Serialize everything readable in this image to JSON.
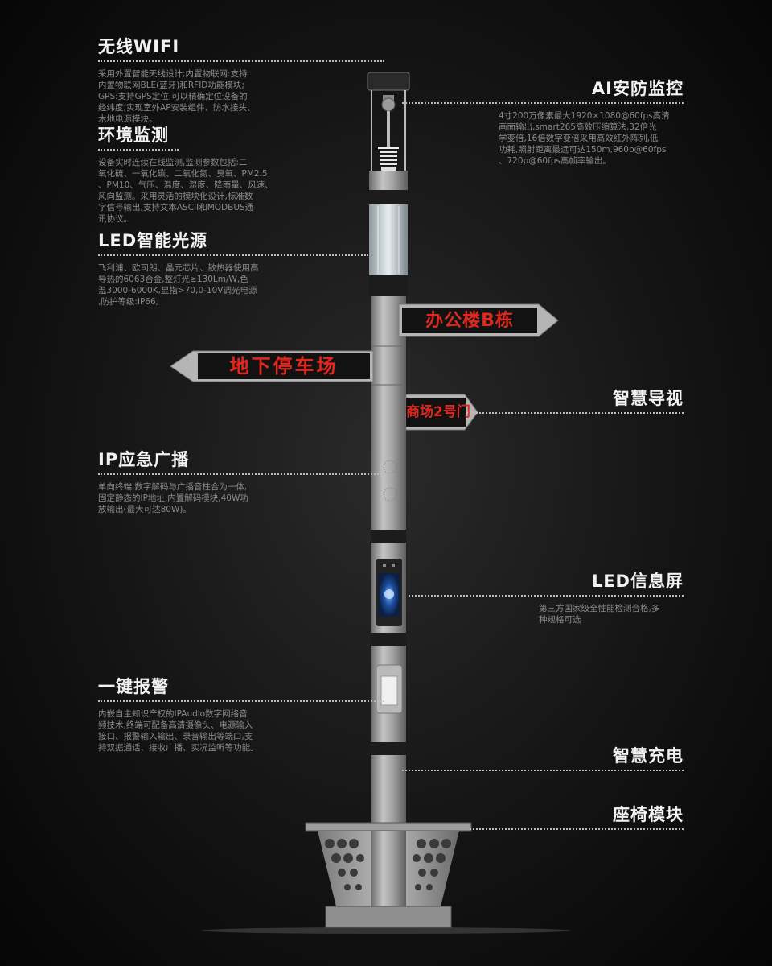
{
  "left_features": [
    {
      "id": "wifi",
      "title": "无线WIFI",
      "desc": "采用外置智能天线设计;内置物联网:支持\n内置物联网BLE(蓝牙)和RFID功能模块;\nGPS:支持GPS定位,可以精确定位设备的\n经纬度;实现室外AP安装组件、防水接头、\n木地电源模块。"
    },
    {
      "id": "env",
      "title": "环境监测",
      "desc": "设备实时连续在线监测,监测参数包括:二\n氧化硫、一氧化碳、二氧化氮、臭氧、PM2.5\n、PM10、气压、温度、湿度、降雨量、风速、\n风向监测。采用灵活的模块化设计,标准数\n字信号输出,支持文本ASCII和MODBUS通\n讯协议。"
    },
    {
      "id": "led_light",
      "title": "LED智能光源",
      "desc": "飞利浦、欧司朗、晶元芯片、散热器使用高\n导热的6063合金,整灯光≥130Lm/W,色\n温3000-6000K,显指>70,0-10V调光电源\n,防护等级:IP66。"
    },
    {
      "id": "broadcast",
      "title": "IP应急广播",
      "desc": "单向终端,数字解码与广播音柱合为一体,\n固定静态的IP地址,内置解码模块,40W功\n放输出(最大可达80W)。"
    },
    {
      "id": "alarm",
      "title": "一键报警",
      "desc": "内嵌自主知识产权的IPAudio数字网络音\n频技术,终端可配备高清摄像头、电源输入\n接口、报警输入输出、录音输出等端口,支\n持双据通话、接收广播、实况监听等功能。"
    }
  ],
  "right_features": [
    {
      "id": "ai",
      "title": "AI安防监控",
      "desc": "4寸200万像素最大1920×1080@60fps高清\n画面输出,smart265高效压缩算法,32倍光\n学变倍,16倍数字变倍采用高效红外阵列,低\n功耗,照射距离最远可达150m,960p@60fps\n、720p@60fps高帧率输出。"
    },
    {
      "id": "guide",
      "title": "智慧导视",
      "desc": ""
    },
    {
      "id": "led_screen",
      "title": "LED信息屏",
      "desc": "第三方国家级全性能检测合格,多\n种规格可选"
    },
    {
      "id": "charge",
      "title": "智慧充电",
      "desc": ""
    },
    {
      "id": "seat",
      "title": "座椅模块",
      "desc": ""
    }
  ],
  "signs": {
    "right_top": "办公楼B栋",
    "left": "地下停车场",
    "right_bottom": "商场2号门"
  },
  "colors": {
    "pole": "#9a9a9a",
    "led_text": "#e0281f",
    "screen": "#1a3a7a"
  }
}
